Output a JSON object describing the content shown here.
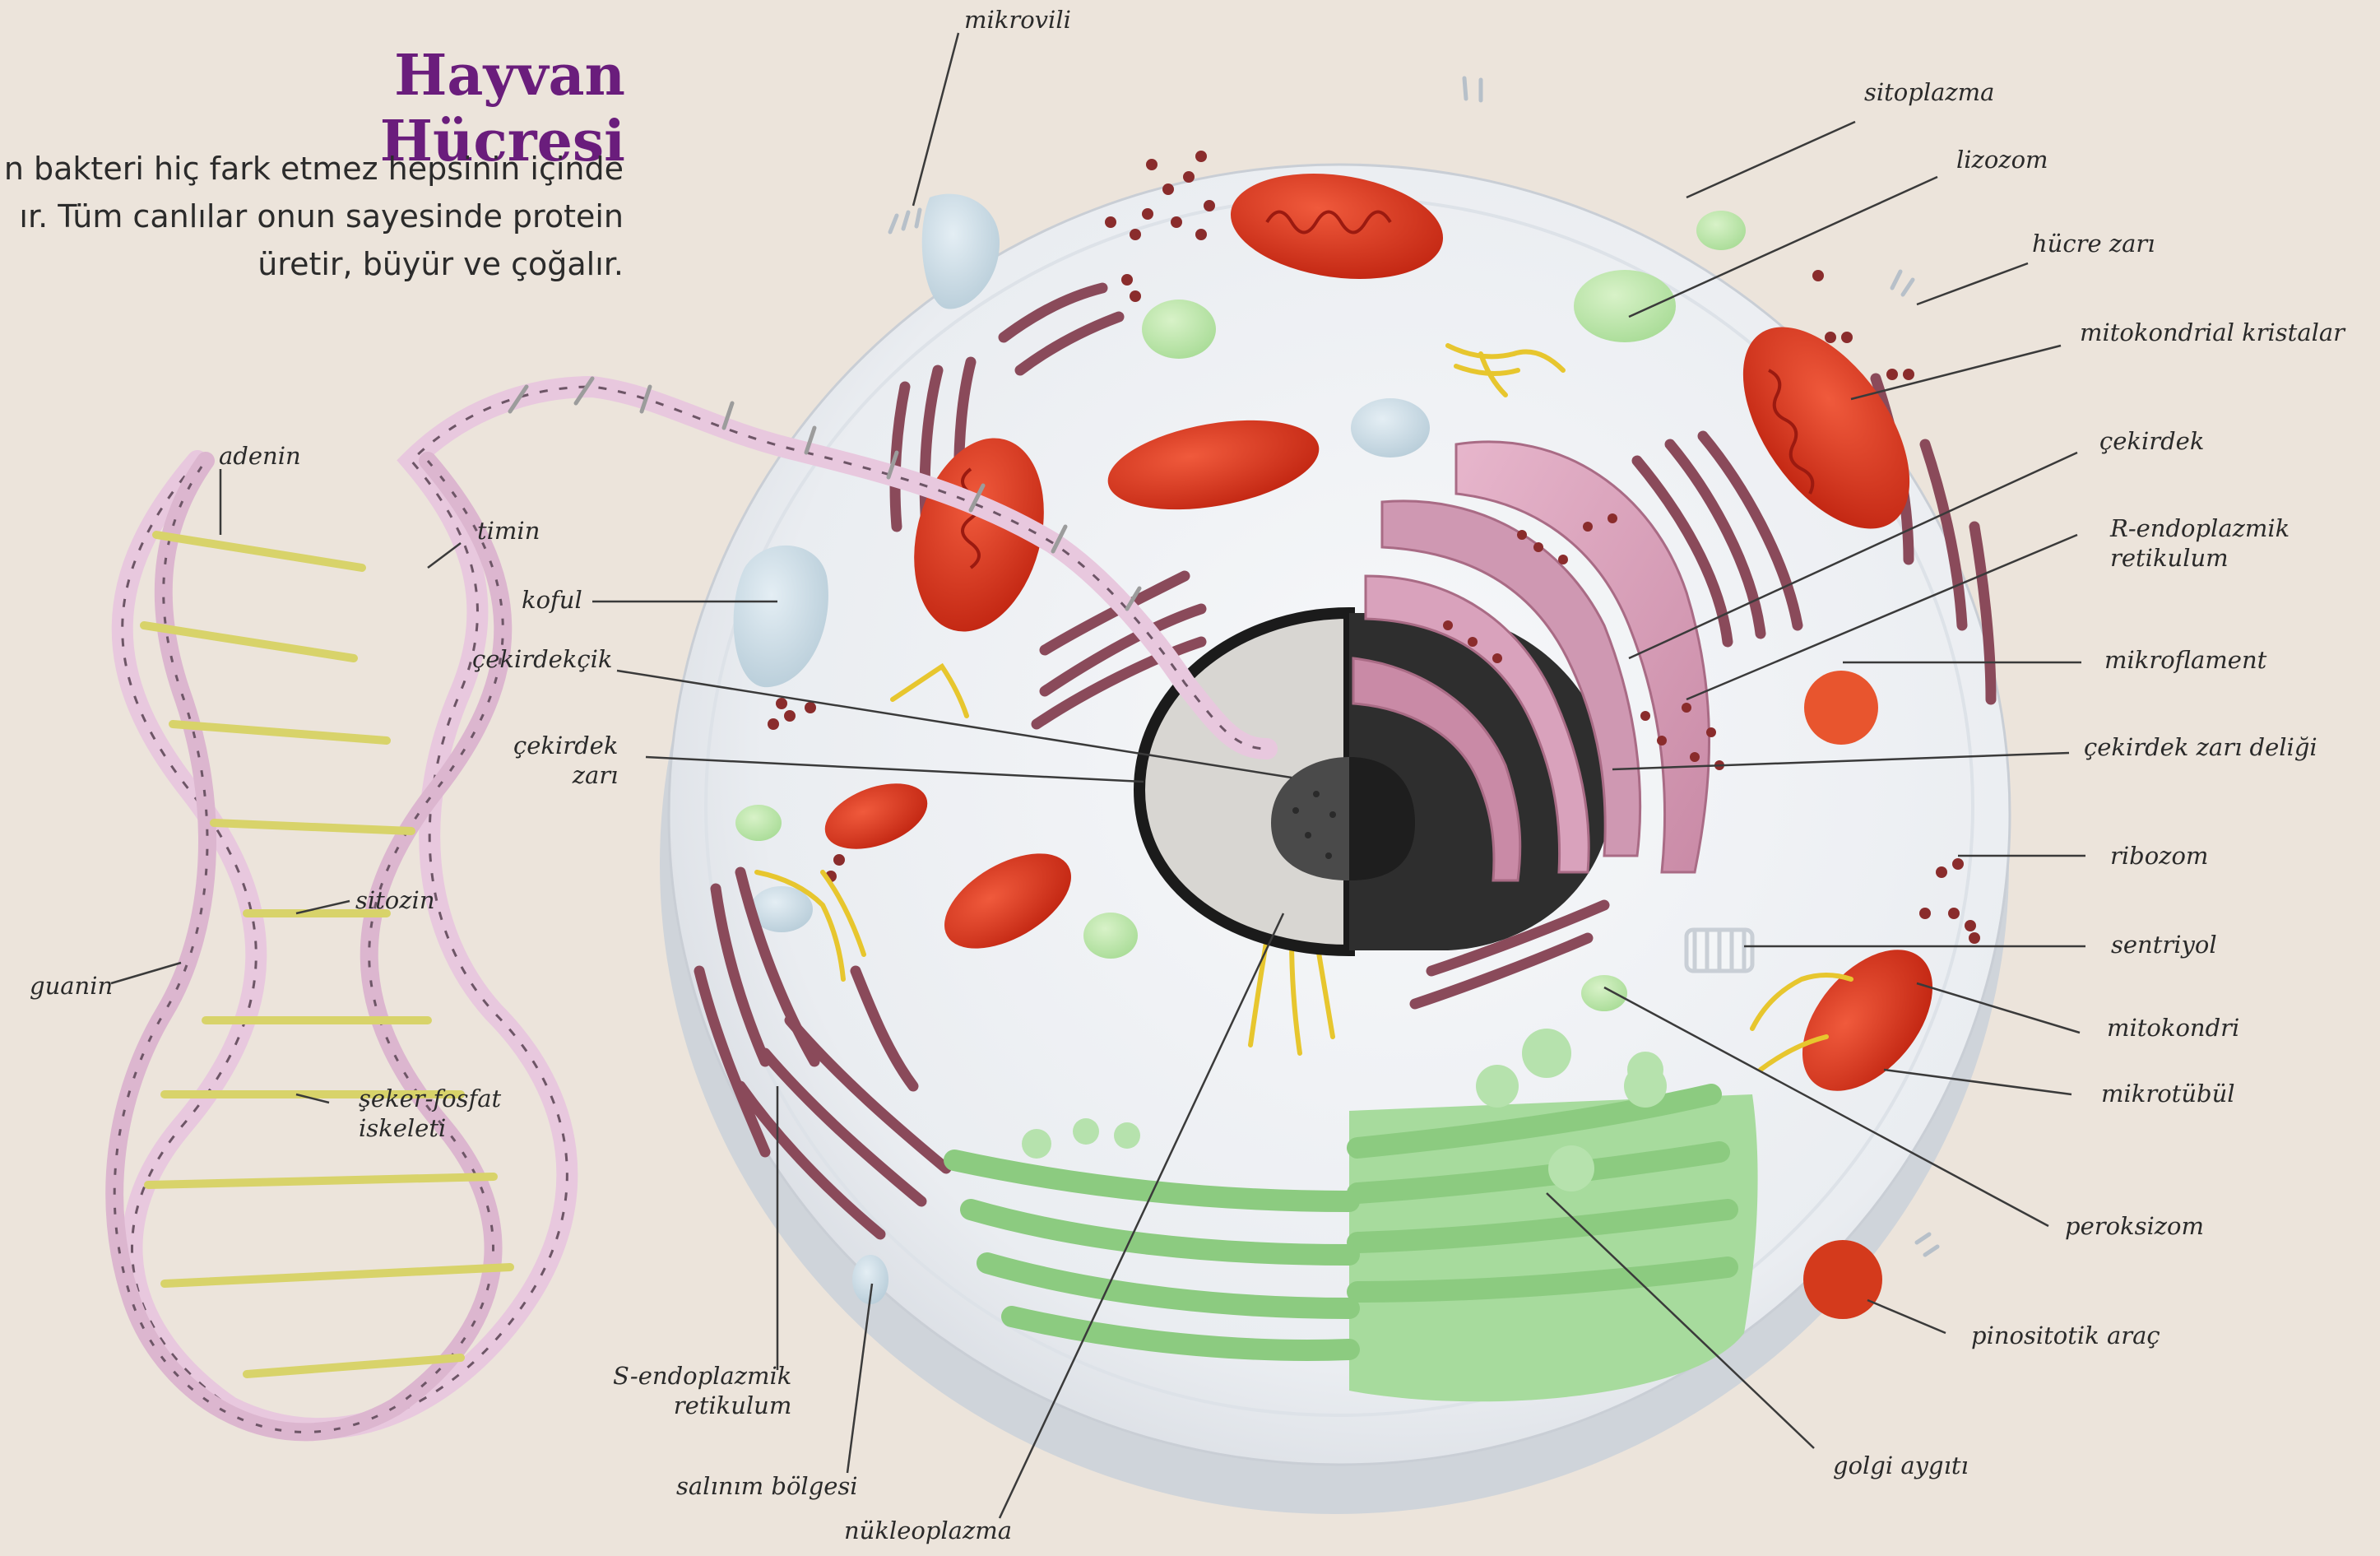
{
  "title": "Hayvan Hücresi",
  "intro_lines": [
    "n bakteri hiç fark etmez hepsinin içinde",
    "ır. Tüm canlılar onun sayesinde protein",
    "üretir, büyür ve çoğalır."
  ],
  "labels": {
    "mikrovili": "mikrovili",
    "sitoplazma": "sitoplazma",
    "lizozom": "lizozom",
    "hucre_zari": "hücre zarı",
    "mitokondrial_kristalar": "mitokondrial kristalar",
    "cekirdek": "çekirdek",
    "r_endoplazmik_1": "R-endoplazmik",
    "r_endoplazmik_2": "retikulum",
    "mikroflament": "mikroflament",
    "cekirdek_zari_deligi": "çekirdek zarı deliği",
    "ribozom": "ribozom",
    "sentriyol": "sentriyol",
    "mitokondri": "mitokondri",
    "mikrotubul": "mikrotübül",
    "peroksizom": "peroksizom",
    "pinositotik_arac": "pinositotik araç",
    "golgi_aygiti": "golgi aygıtı",
    "nukleoplazma": "nükleoplazma",
    "salinim_bolgesi": "salınım bölgesi",
    "s_endoplazmik_1": "S-endoplazmik",
    "s_endoplazmik_2": "retikulum",
    "koful": "koful",
    "cekirdekcik": "çekirdekçik",
    "cekirdek_zari_1": "çekirdek",
    "cekirdek_zari_2": "zarı",
    "adenin": "adenin",
    "timin": "timin",
    "sitozin": "sitozin",
    "guanin": "guanin",
    "seker_fosfat_1": "şeker-fosfat",
    "seker_fosfat_2": "iskeleti"
  },
  "colors": {
    "title": "#6a1d7c",
    "background": "#ece4db",
    "cell_body": "#eef1f4",
    "mitochondria": "#d8321e",
    "golgi": "#9fd49a",
    "nucleus_dark": "#2e2e2e",
    "er_pink": "#d9a2bc",
    "er_strands": "#8a4a5a",
    "dna_backbone": "#e8c8de"
  }
}
